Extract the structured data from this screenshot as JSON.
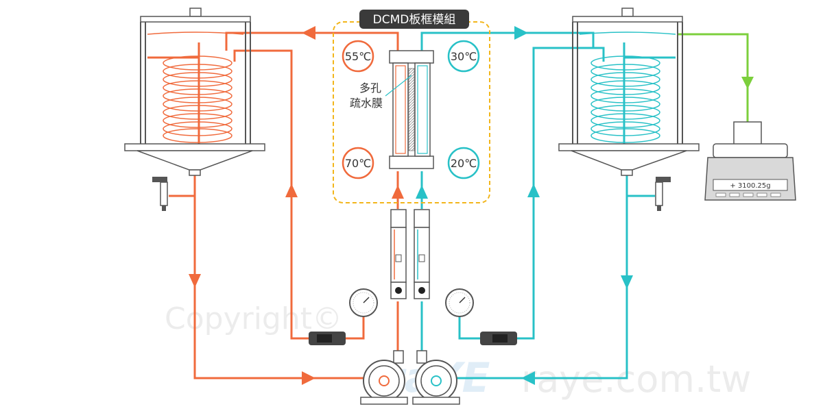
{
  "module_title": "DCMD板框模組",
  "membrane_label_line1": "多孔",
  "membrane_label_line2": "疏水膜",
  "temperatures": {
    "hot_outlet": "55℃",
    "hot_inlet": "70℃",
    "cold_outlet": "30℃",
    "cold_inlet": "20℃"
  },
  "balance_readout": "+ 3100.25g",
  "watermark_copyright": "Copyright©",
  "watermark_site": "raye.com.tw",
  "watermark_logo": "raYE",
  "colors": {
    "hot_line": "#f06a3c",
    "cold_line": "#28c1c7",
    "distillate_line": "#7ccf3c",
    "module_border": "#f2b51a",
    "title_bg": "#3a3a3a"
  }
}
